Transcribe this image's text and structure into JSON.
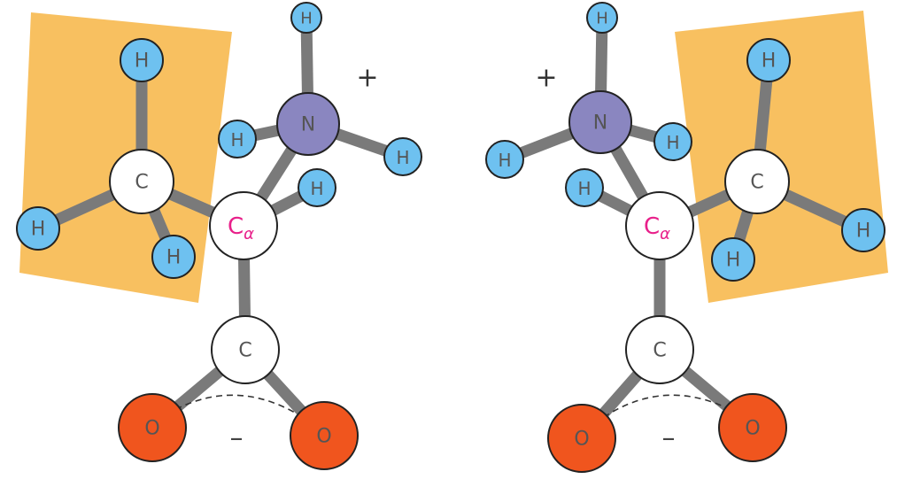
{
  "colors": {
    "highlight": "#f8c060",
    "hydrogen": "#6ec1f0",
    "nitrogen": "#8a86c0",
    "carbon": "#ffffff",
    "oxygen": "#f0551e",
    "bond": "#7a7a7a",
    "alpha_text": "#e8208a",
    "atom_text": "#555555"
  },
  "labels": {
    "hydrogen": "H",
    "nitrogen": "N",
    "carbon": "C",
    "oxygen": "O",
    "alpha_carbon_main": "C",
    "alpha_carbon_sub": "α",
    "plus": "+",
    "minus": "–"
  },
  "molecules": [
    {
      "id": "left"
    },
    {
      "id": "right"
    }
  ]
}
